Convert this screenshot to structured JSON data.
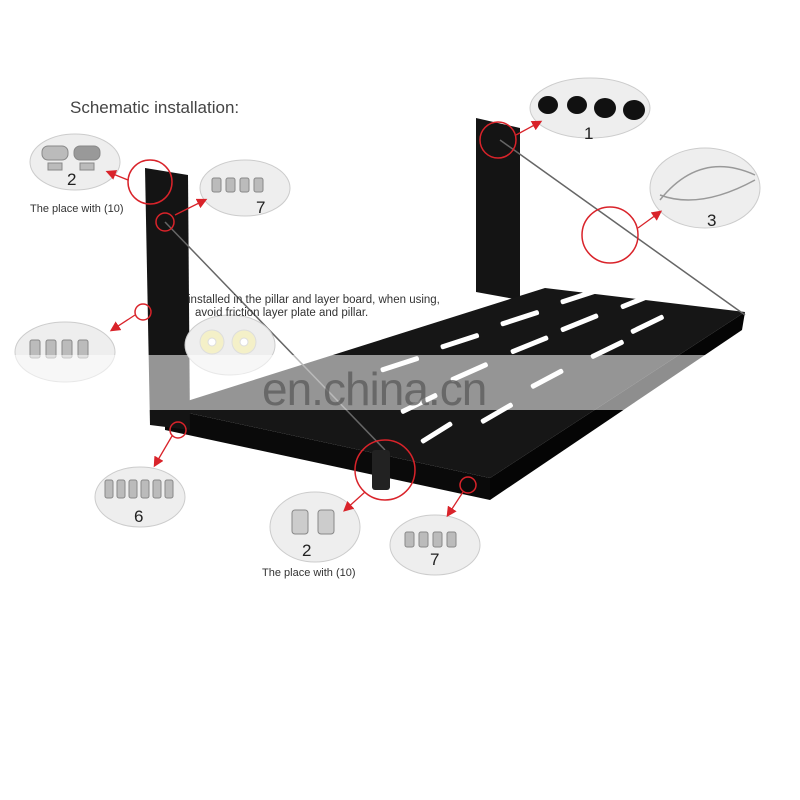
{
  "title": "Schematic installation:",
  "note": {
    "line1": "installed in the pillar and layer board, when using,",
    "line2": "avoid friction layer plate and pillar."
  },
  "captions": {
    "top_left": "The place with (10)",
    "bottom": "The place with (10)"
  },
  "parts": {
    "grommets": "1",
    "latch_top": "2",
    "bolts_top": "7",
    "cable": "3",
    "bolts_left": "6",
    "latch_bottom": "2",
    "bolts_bottom": "7"
  },
  "watermark": "en.china.cn",
  "colors": {
    "callout": "#d9232a",
    "board": "#111111",
    "bubble": "#eeeeee"
  }
}
